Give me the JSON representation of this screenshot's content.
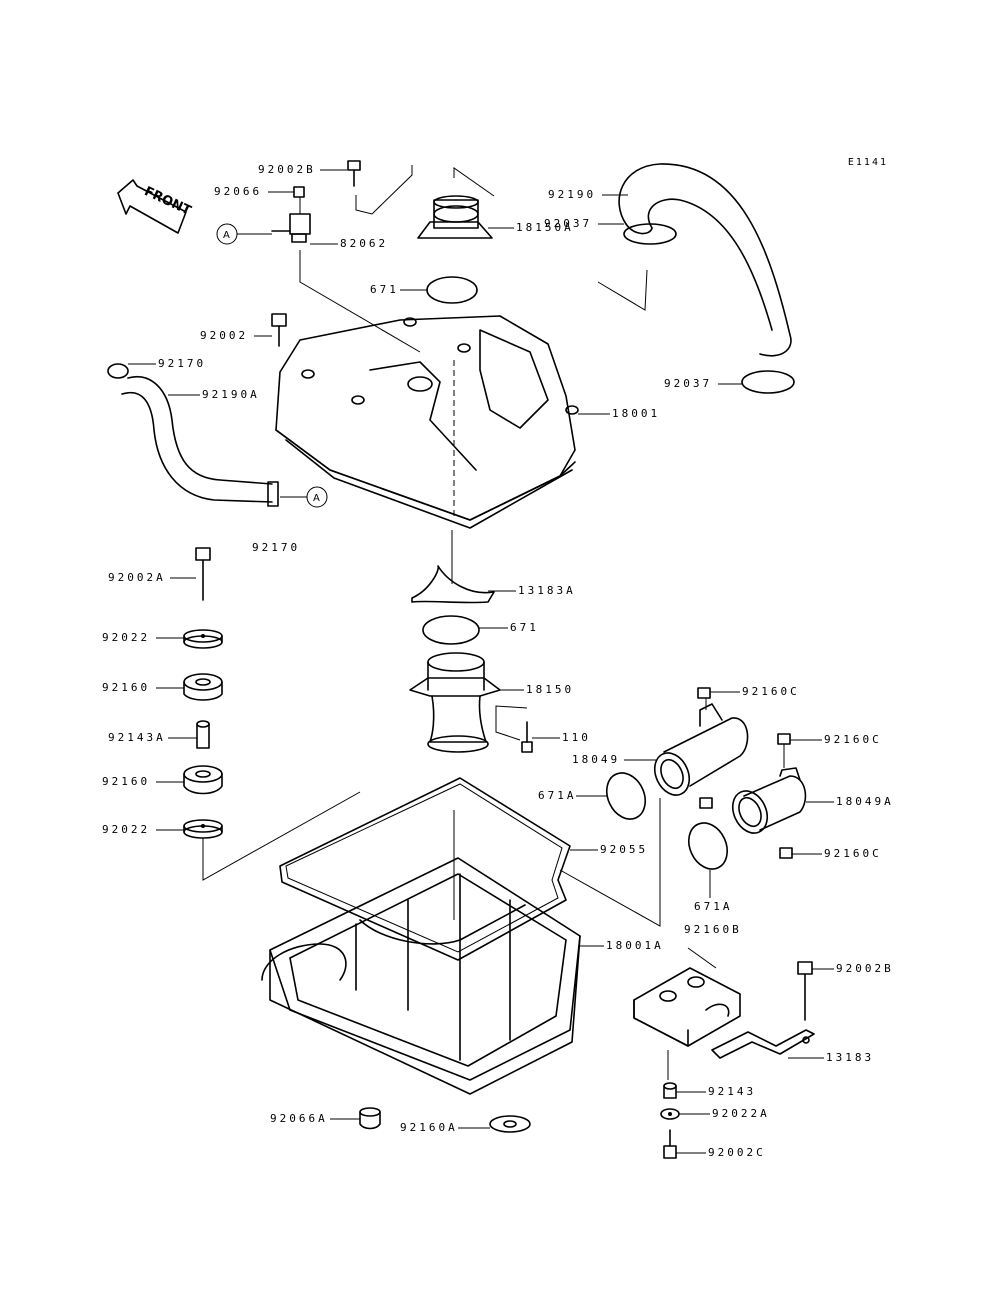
{
  "diagram_code": "E1141",
  "front_label": "FRONT",
  "ref_marker": "A",
  "labels": {
    "p92002B_top": "92002B",
    "p92066": "92066",
    "p82062": "82062",
    "p18150A": "18150A",
    "p92190": "92190",
    "p92037_top": "92037",
    "p671_top": "671",
    "p92002": "92002",
    "p92170_top": "92170",
    "p92190A": "92190A",
    "p92037_mid": "92037",
    "p18001": "18001",
    "p92170_bottom": "92170",
    "p92002A": "92002A",
    "p13183A": "13183A",
    "p92022_top": "92022",
    "p671_mid": "671",
    "p92160_top": "92160",
    "p18150": "18150",
    "p92160C_1": "92160C",
    "p92143A": "92143A",
    "p110": "110",
    "p92160C_2": "92160C",
    "p18049": "18049",
    "p92160_bottom": "92160",
    "p671A_left": "671A",
    "p18049A": "18049A",
    "p92022_bottom": "92022",
    "p92055": "92055",
    "p92160C_3": "92160C",
    "p671A_right": "671A",
    "p92160B": "92160B",
    "p18001A": "18001A",
    "p92002B_right": "92002B",
    "p13183": "13183",
    "p92143": "92143",
    "p92066A": "92066A",
    "p92160A": "92160A",
    "p92022A": "92022A",
    "p92002C": "92002C"
  }
}
